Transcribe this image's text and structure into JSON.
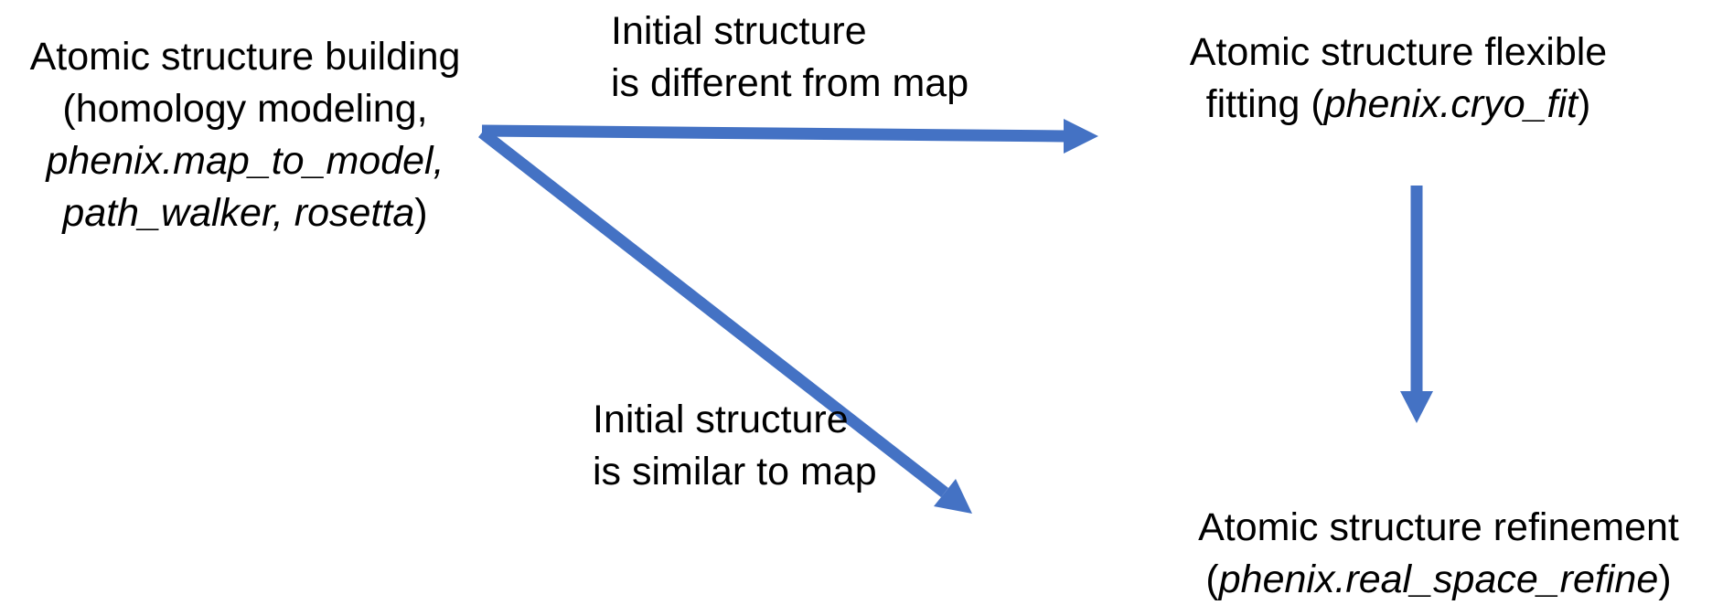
{
  "colors": {
    "arrow_blue": "#4472C4",
    "text": "#000000",
    "background": "#FFFFFF"
  },
  "nodes": {
    "building": {
      "line1": "Atomic structure building",
      "line2": "(homology modeling,",
      "line3_italic": "phenix.map_to_model,",
      "line4_italic": "path_walker, rosetta",
      "line4_close": ")"
    },
    "fitting": {
      "line1": "Atomic structure flexible",
      "line2_start": "fitting (",
      "line2_italic": "phenix.cryo_fit",
      "line2_close": ")"
    },
    "refinement": {
      "line1": "Atomic structure refinement",
      "line2_open": "(",
      "line2_italic": "phenix.real_space_refine",
      "line2_close": ")"
    }
  },
  "labels": {
    "different": {
      "line1": "Initial structure",
      "line2": "is different from map"
    },
    "similar": {
      "line1": "Initial structure",
      "line2": "is similar to map"
    }
  }
}
